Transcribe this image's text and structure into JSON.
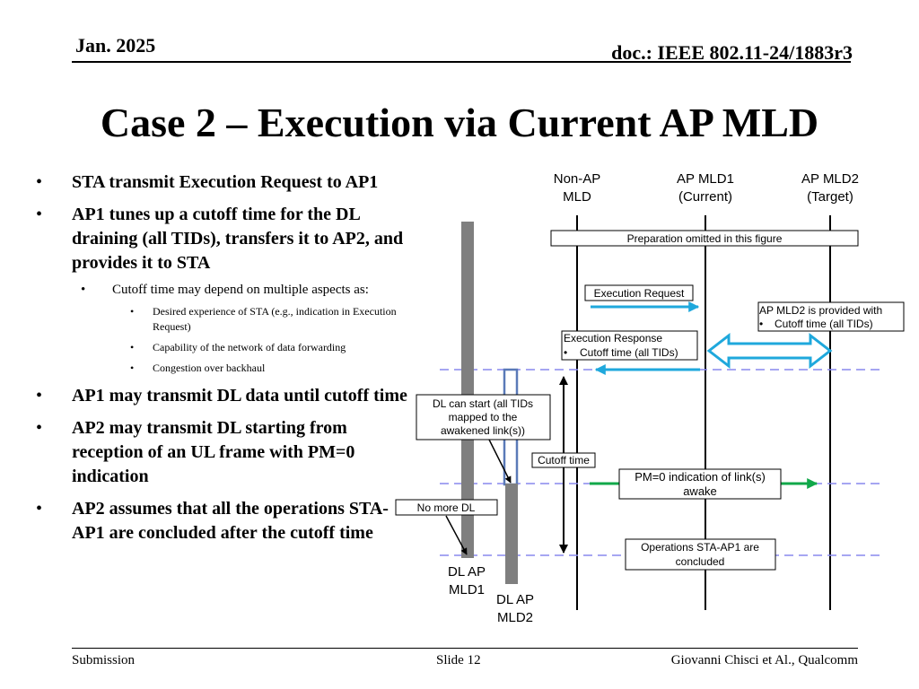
{
  "header": {
    "date": "Jan. 2025",
    "doc": "doc.: IEEE 802.11-24/1883r3"
  },
  "title": "Case 2 – Execution via Current AP MLD",
  "bullets": {
    "b1": "STA transmit Execution Request to AP1",
    "b2": "AP1 tunes up a cutoff time for the DL draining (all TIDs), transfers it to AP2, and provides it to STA",
    "b2_sub": "Cutoff time may depend on multiple aspects as:",
    "b2_sub_items": [
      "Desired experience of STA (e.g., indication in Execution Request)",
      "Capability of the network of data forwarding",
      "Congestion over backhaul"
    ],
    "b3": "AP1 may transmit DL data until cutoff time",
    "b4": "AP2 may transmit DL starting from reception of an UL frame with PM=0 indication",
    "b5": "AP2 assumes that all the operations STA-AP1 are concluded after the cutoff time"
  },
  "diagram": {
    "lanes": {
      "non_ap_1": "Non-AP",
      "non_ap_2": "MLD",
      "ap1_1": "AP MLD1",
      "ap1_2": "(Current)",
      "ap2_1": "AP MLD2",
      "ap2_2": "(Target)"
    },
    "preparation": "Preparation omitted in this figure",
    "exec_request": "Execution Request",
    "ap2_provided": "AP MLD2 is provided with",
    "ap2_provided_item": "Cutoff time (all TIDs)",
    "exec_response": "Execution Response",
    "exec_response_item": "Cutoff time (all TIDs)",
    "dl_start_1": "DL can start (all TIDs",
    "dl_start_2": "mapped to the",
    "dl_start_3": "awakened link(s))",
    "cutoff": "Cutoff time",
    "pm0_1": "PM=0 indication of link(s)",
    "pm0_2": "awake",
    "no_more_dl": "No more DL",
    "ops_1": "Operations STA-AP1 are",
    "ops_2": "concluded",
    "dl_ap1_1": "DL AP",
    "dl_ap1_2": "MLD1",
    "dl_ap2_1": "DL AP",
    "dl_ap2_2": "MLD2",
    "colors": {
      "cyan": "#1fa8dc",
      "green": "#11a84a",
      "dashed": "#8888ee",
      "bar": "#7f7f7f",
      "bar2_outline": "#5a7ab8"
    }
  },
  "footer": {
    "left": "Submission",
    "center": "Slide 12",
    "right": "Giovanni Chisci et Al., Qualcomm"
  }
}
